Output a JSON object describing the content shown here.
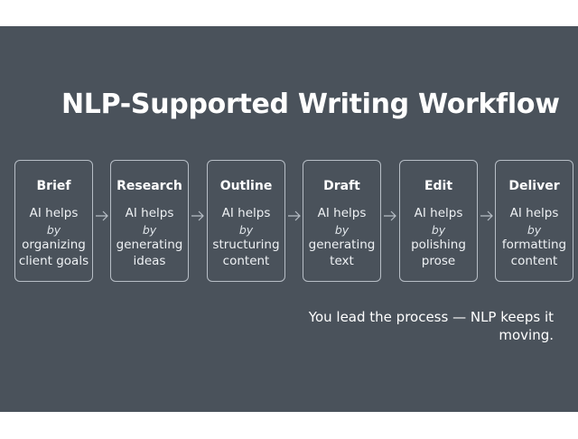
{
  "title": "NLP-Supported Writing Workflow",
  "steps": [
    {
      "name": "Brief",
      "line1": "AI helps",
      "line2": "by",
      "line3": "organizing",
      "line4": "client goals"
    },
    {
      "name": "Research",
      "line1": "AI helps",
      "line2": "by",
      "line3": "generating",
      "line4": "ideas"
    },
    {
      "name": "Outline",
      "line1": "AI helps",
      "line2": "by",
      "line3": "structuring",
      "line4": "content"
    },
    {
      "name": "Draft",
      "line1": "AI helps",
      "line2": "by",
      "line3": "generating",
      "line4": "text"
    },
    {
      "name": "Edit",
      "line1": "AI helps",
      "line2": "by",
      "line3": "polishing",
      "line4": "prose"
    },
    {
      "name": "Deliver",
      "line1": "AI helps",
      "line2": "by",
      "line3": "formatting",
      "line4": "content"
    }
  ],
  "tagline": "You lead the process — NLP keeps it moving.",
  "colors": {
    "background": "#4a525b",
    "border": "#b7bec6",
    "text": "#ffffff"
  },
  "icons": {
    "connector": "arrow-right-icon"
  }
}
